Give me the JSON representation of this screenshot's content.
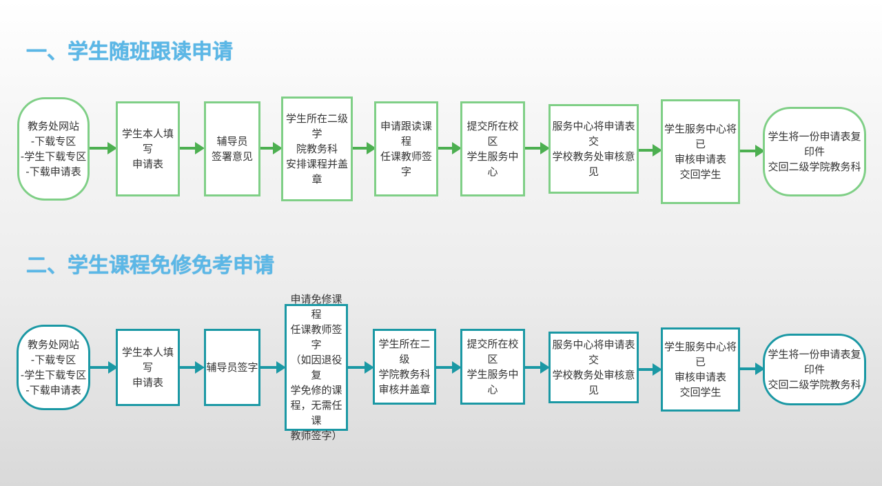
{
  "colors": {
    "title": "#5bb7e6",
    "flow1": "#4caf50",
    "flow1_border": "#7fcf86",
    "flow2": "#1a98a4"
  },
  "section1": {
    "title": "一、学生随班跟读申请",
    "steps": [
      "教务处网站\n-下载专区\n-学生下载专区\n-下载申请表",
      "学生本人填写\n申请表",
      "辅导员\n签署意见",
      "学生所在二级学\n院教务科\n安排课程并盖章",
      "申请跟读课程\n任课教师签字",
      "提交所在校区\n学生服务中心",
      "服务中心将申请表交\n学校教务处审核意见",
      "学生服务中心将已\n审核申请表\n交回学生",
      "学生将一份申请表复印件\n交回二级学院教务科"
    ]
  },
  "section2": {
    "title": "二、学生课程免修免考申请",
    "steps": [
      "教务处网站\n-下载专区\n-学生下载专区\n-下载申请表",
      "学生本人填写\n申请表",
      "辅导员签字",
      "申请免修课程\n任课教师签字\n（如因退役复\n学免修的课\n程，无需任课\n教师签字）",
      "学生所在二级\n学院教务科\n审核并盖章",
      "提交所在校区\n学生服务中心",
      "服务中心将申请表交\n学校教务处审核意见",
      "学生服务中心将已\n审核申请表\n交回学生",
      "学生将一份申请表复印件\n交回二级学院教务科"
    ]
  }
}
